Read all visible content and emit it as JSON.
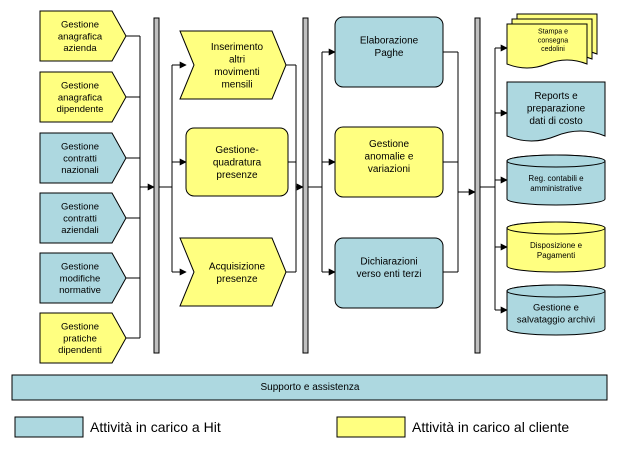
{
  "colors": {
    "hit": "#add8e0",
    "client": "#ffff80",
    "bar": "#c0c0c0",
    "line": "#000000"
  },
  "inputs": [
    {
      "lines": [
        "Gestione",
        "anagrafica",
        "azienda"
      ],
      "owner": "client"
    },
    {
      "lines": [
        "Gestione",
        "anagrafica",
        "dipendente"
      ],
      "owner": "client"
    },
    {
      "lines": [
        "Gestione",
        "contratti",
        "nazionali"
      ],
      "owner": "hit"
    },
    {
      "lines": [
        "Gestione",
        "contratti",
        "aziendali"
      ],
      "owner": "hit"
    },
    {
      "lines": [
        "Gestione",
        "modifiche",
        "normative"
      ],
      "owner": "hit"
    },
    {
      "lines": [
        "Gestione",
        "pratiche",
        "dipendenti"
      ],
      "owner": "client"
    }
  ],
  "data_collection": [
    {
      "lines": [
        "Inserimento",
        "altri",
        "movimenti",
        "mensili"
      ],
      "owner": "client",
      "shape": "chevron"
    },
    {
      "lines": [
        "Gestione-",
        "quadratura",
        "presenze"
      ],
      "owner": "client",
      "shape": "rounded"
    },
    {
      "lines": [
        "Acquisizione",
        "presenze"
      ],
      "owner": "client",
      "shape": "chevron"
    }
  ],
  "processing": [
    {
      "lines": [
        "Elaborazione",
        "Paghe"
      ],
      "owner": "hit"
    },
    {
      "lines": [
        "Gestione",
        "anomalie e",
        "variazioni"
      ],
      "owner": "client"
    },
    {
      "lines": [
        "Dichiarazioni",
        "verso enti terzi"
      ],
      "owner": "hit"
    }
  ],
  "outputs": [
    {
      "lines": [
        "Stampa e",
        "consegna",
        "cedolini"
      ],
      "owner": "client",
      "shape": "multidoc"
    },
    {
      "lines": [
        "Reports e",
        "preparazione",
        "dati di costo"
      ],
      "owner": "hit",
      "shape": "document"
    },
    {
      "lines": [
        "Reg. contabili e",
        "amministrative"
      ],
      "owner": "hit",
      "shape": "cylinder"
    },
    {
      "lines": [
        "Disposizione e",
        "Pagamenti"
      ],
      "owner": "client",
      "shape": "cylinder"
    },
    {
      "lines": [
        "Gestione e",
        "salvataggio archivi"
      ],
      "owner": "hit",
      "shape": "cylinder"
    }
  ],
  "support_bar": {
    "label": "Supporto e assistenza"
  },
  "legend": [
    {
      "label": "Attività in carico a Hit",
      "owner": "hit"
    },
    {
      "label": "Attività in carico al cliente",
      "owner": "client"
    }
  ]
}
